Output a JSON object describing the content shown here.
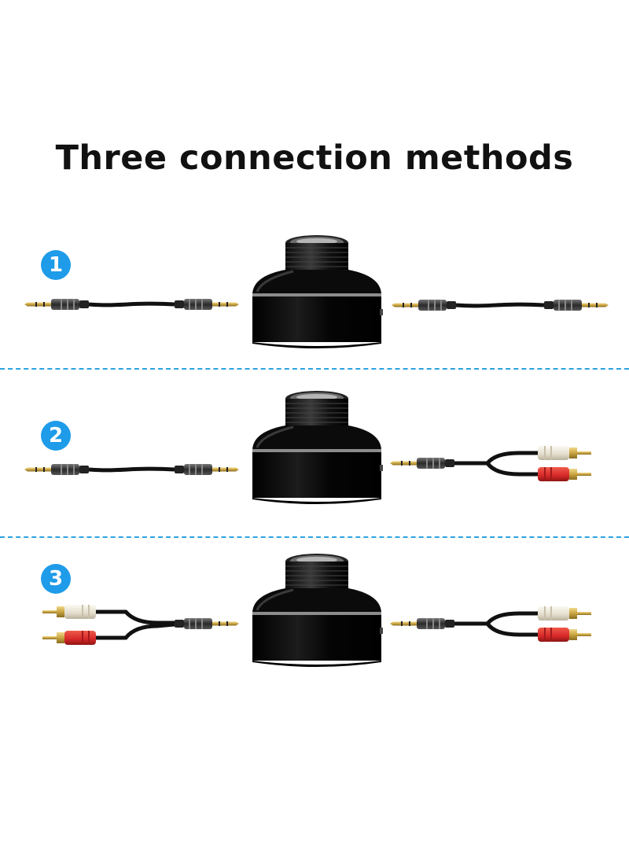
{
  "title": "Three connection methods",
  "methods": [
    {
      "number": "1",
      "left_cable": "3.5mm-to-3.5mm",
      "right_cable": "3.5mm-to-3.5mm"
    },
    {
      "number": "2",
      "left_cable": "3.5mm-to-3.5mm",
      "right_cable": "3.5mm-to-2RCA"
    },
    {
      "number": "3",
      "left_cable": "2RCA-to-3.5mm",
      "right_cable": "3.5mm-to-2RCA"
    }
  ],
  "colors": {
    "accent": "#1e9be9",
    "divider": "#2ba3e0",
    "device": "#0a0a0a",
    "rca_white": "#ece8dc",
    "rca_red": "#d62828",
    "gold": "#c9a441"
  }
}
